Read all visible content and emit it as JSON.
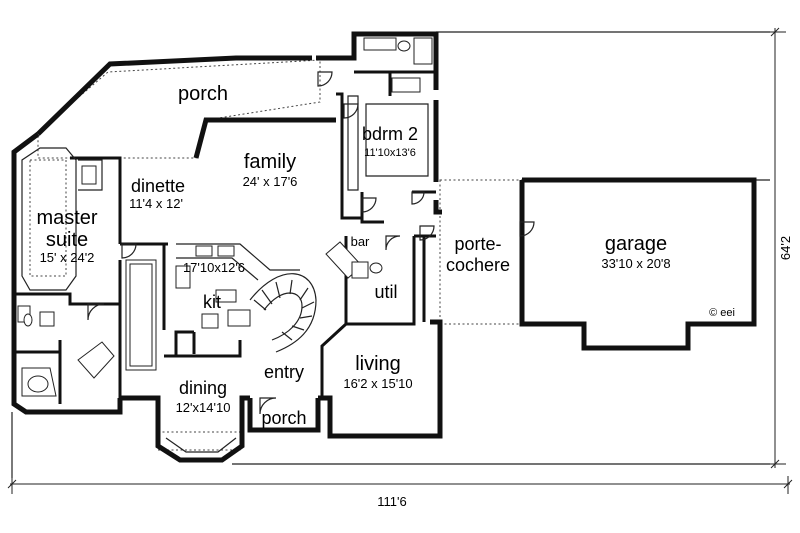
{
  "rooms": {
    "porch_rear": "porch",
    "family": "family",
    "family_dim": "24' x 17'6",
    "bdrm2": "bdrm 2",
    "bdrm2_dim": "11'10x13'6",
    "dinette": "dinette",
    "dinette_dim": "11'4 x 12'",
    "master": "master",
    "suite": "suite",
    "master_dim": "15' x 24'2",
    "bar": "bar",
    "porte": "porte-",
    "cochere": "cochere",
    "garage": "garage",
    "garage_dim": "33'10 x 20'8",
    "kit_dim": "17'10x12'6",
    "kit": "kit",
    "util": "util",
    "living": "living",
    "living_dim": "16'2 x 15'10",
    "entry": "entry",
    "dining": "dining",
    "dining_dim": "12'x14'10",
    "porch_front": "porch"
  },
  "dimensions": {
    "width": "111'6",
    "depth": "64'2"
  },
  "copyright": "© eei"
}
